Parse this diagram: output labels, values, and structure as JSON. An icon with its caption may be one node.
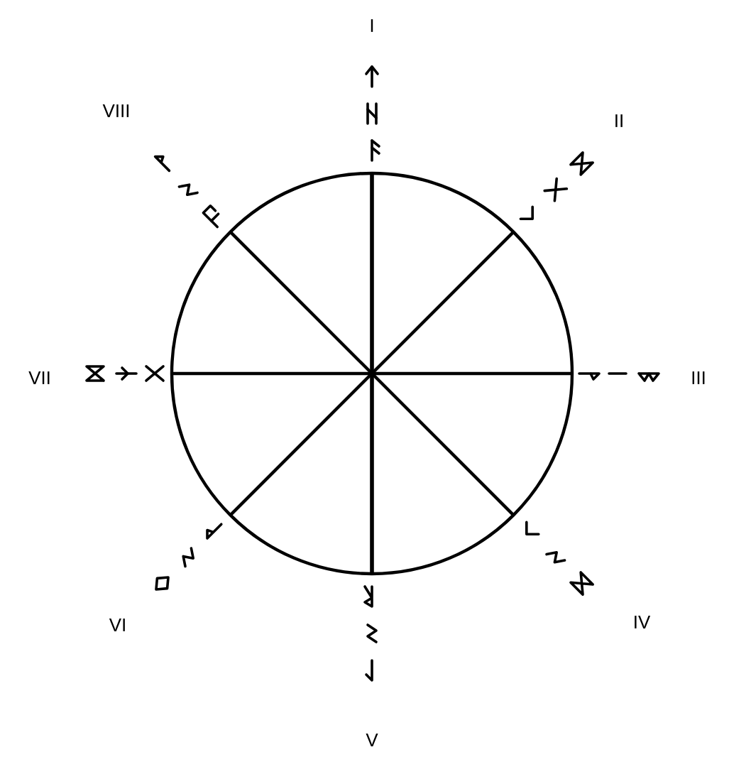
{
  "diagram": {
    "labels": [
      "VIII",
      "I",
      "II",
      "VII",
      "III",
      "VI",
      "IV",
      "V"
    ]
  }
}
